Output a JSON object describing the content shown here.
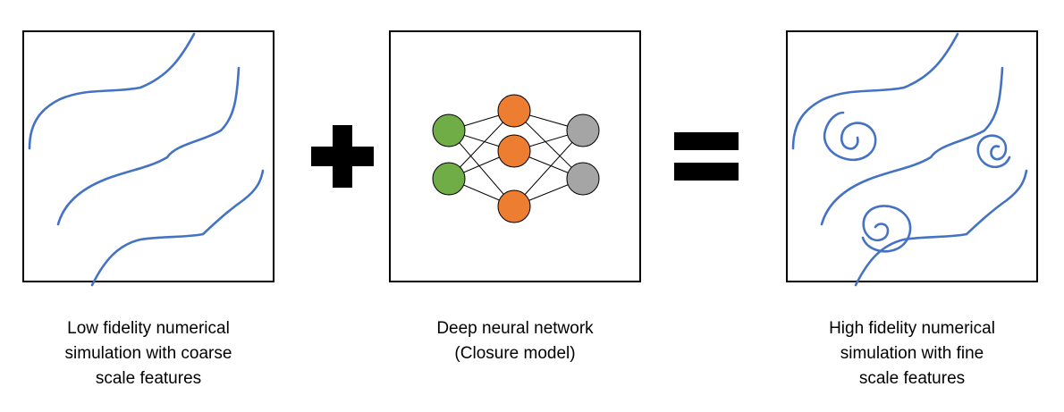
{
  "panels": {
    "low": {
      "caption_lines": [
        "Low fidelity numerical",
        "simulation with coarse",
        "scale features"
      ]
    },
    "network": {
      "caption_lines": [
        "Deep neural network",
        "(Closure model)"
      ]
    },
    "high": {
      "caption_lines": [
        "High fidelity numerical",
        "simulation with fine",
        "scale features"
      ]
    }
  },
  "colors": {
    "curve": "#4472C4",
    "input_node": "#70AD47",
    "hidden_node": "#ED7D31",
    "output_node": "#A5A5A5",
    "border": "#000000"
  },
  "operators": [
    "plus",
    "equals"
  ]
}
